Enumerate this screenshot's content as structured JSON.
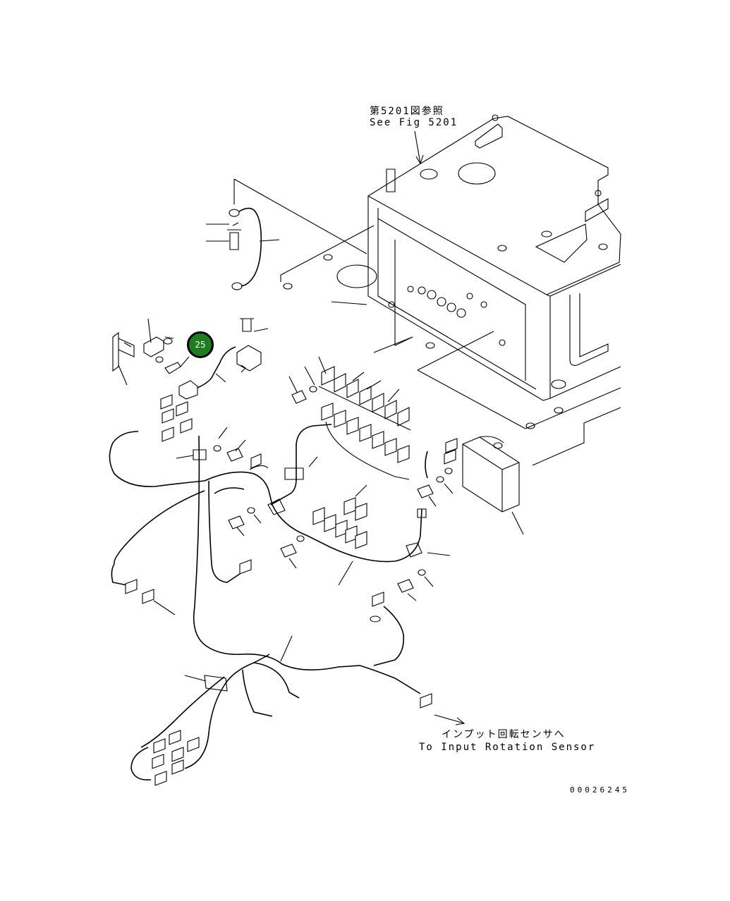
{
  "labels": {
    "ref_jp": "第5201図参照",
    "ref_en": "See Fig 5201",
    "sensor_jp": "インプット回転センサへ",
    "sensor_en": "To Input Rotation Sensor",
    "drawing_number": "00026245"
  },
  "callout": {
    "number": "25",
    "color": "#1e7d1e"
  }
}
